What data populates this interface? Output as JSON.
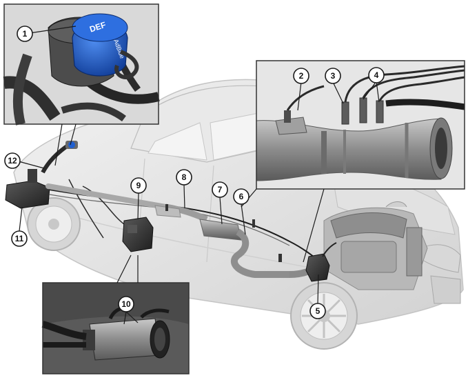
{
  "callouts": [
    {
      "id": "c1",
      "label": "1"
    },
    {
      "id": "c2",
      "label": "2"
    },
    {
      "id": "c3",
      "label": "3"
    },
    {
      "id": "c4",
      "label": "4"
    },
    {
      "id": "c5",
      "label": "5"
    },
    {
      "id": "c6",
      "label": "6"
    },
    {
      "id": "c7",
      "label": "7"
    },
    {
      "id": "c8",
      "label": "8"
    },
    {
      "id": "c9",
      "label": "9"
    },
    {
      "id": "c10",
      "label": "10"
    },
    {
      "id": "c11",
      "label": "11"
    },
    {
      "id": "c12",
      "label": "12"
    }
  ],
  "cap_text": {
    "top": "DEF",
    "side": "AdBlue"
  },
  "colors": {
    "cap_blue": "#1f5fd0",
    "car_body": "#e4e4e4",
    "pipe_dark": "#3a3a3a",
    "metal": "#9a9a9a"
  }
}
